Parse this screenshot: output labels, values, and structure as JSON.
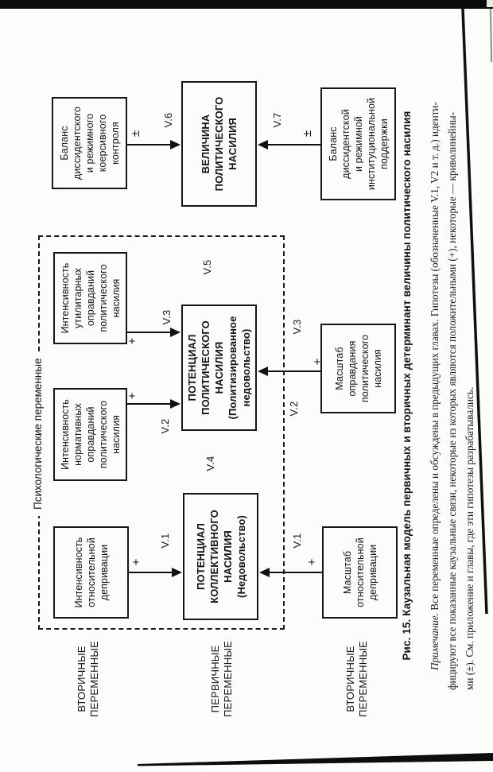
{
  "figure": {
    "caption_label": "Рис. 15.",
    "caption_text": "Каузальная модель первичных и вторичных детерминант величины политического насилия",
    "note_label": "Примечание.",
    "note_line1_rest": " Все переменные определены и обсуждены в предыдущих главах. Гипотезы (обозначенные V.1, V2 и т. д.) иденти-",
    "note_line2": "фицируют все показанные каузальные связи, некоторые из которых являются положительными (+), некоторые — криволинейны-",
    "note_line3": "ми (±). См. приложение и главы, где эти гипотезы разрабатывались."
  },
  "diagram": {
    "frame_label": "Психологические переменные",
    "row_labels": [
      {
        "text": "ВТОРИЧНЫЕ\nПЕРЕМЕННЫЕ"
      },
      {
        "text": "ПЕРВИЧНЫЕ\nПЕРЕМЕННЫЕ"
      },
      {
        "text": "ВТОРИЧНЫЕ\nПЕРЕМЕННЫЕ"
      }
    ],
    "boxes": {
      "relative_deprivation_intensity": {
        "text": "Интенсивность\nотносительной\nдепривации"
      },
      "normative_justifications_intensity": {
        "text": "Интенсивность\nнормативных\nоправданий\nполитического\nнасилия"
      },
      "utilitarian_justifications_intensity": {
        "text": "Интенсивность\nутилитарных\nоправданий\nполитического\nнасилия"
      },
      "collective_violence_potential": {
        "text": "ПОТЕНЦИАЛ\nКОЛЛЕКТИВНОГО\nНАСИЛИЯ\n(Недовольство)"
      },
      "political_violence_potential": {
        "text": "ПОТЕНЦИАЛ\nПОЛИТИЧЕСКОГО\nНАСИЛИЯ\n(Политизированное\nнедовольство)"
      },
      "political_violence_magnitude": {
        "text": "ВЕЛИЧИНА\nПОЛИТИЧЕСКОГО\nНАСИЛИЯ"
      },
      "coercive_control_balance": {
        "text": "Баланс\nдиссидентского\nи режимного\nкоерсивного\nконтроля"
      },
      "institutional_support_balance": {
        "text": "Баланс\nдиссидентской\nи режимной\nинституциональной\nподдержки"
      },
      "relative_deprivation_scale": {
        "text": "Масштаб\nотносительной\nдепривации"
      },
      "justification_scale": {
        "text": "Масштаб\nоправдания\nполитического\nнасилия"
      }
    },
    "hypotheses": {
      "v1_upper": {
        "text": "V.1"
      },
      "v2_upper": {
        "text": "V.2"
      },
      "v3_upper": {
        "text": "V.3"
      },
      "v4": {
        "text": "V.4"
      },
      "v5": {
        "text": "V.5"
      },
      "v6": {
        "text": "V.6"
      },
      "v7": {
        "text": "V.7"
      },
      "v1_lower": {
        "text": "V.1"
      },
      "v2_lower": {
        "text": "V.2"
      },
      "v3_lower": {
        "text": "V.3"
      }
    },
    "signs": {
      "plus_rel_dep": {
        "symbol": "+"
      },
      "plus_norm": {
        "symbol": "+"
      },
      "plus_util": {
        "symbol": "+"
      },
      "plus_dep_scale": {
        "symbol": "+"
      },
      "plus_just_scale": {
        "symbol": "+"
      },
      "plusminus_coercive": {
        "symbol": "±"
      },
      "plusminus_institutional": {
        "symbol": "±"
      }
    },
    "links": [
      {
        "from": "Интенсивность относительной депривации",
        "to": "Потенциал коллективного насилия",
        "hypothesis": "V.1",
        "sign": "+"
      },
      {
        "from": "Интенсивность нормативных оправданий политического насилия",
        "to": "Потенциал политического насилия",
        "hypothesis": "V.2",
        "sign": "+"
      },
      {
        "from": "Интенсивность утилитарных оправданий политического насилия",
        "to": "Потенциал политического насилия",
        "hypothesis": "V.3",
        "sign": "+"
      },
      {
        "from": "Масштаб относительной депривации",
        "to": "Потенциал коллективного насилия",
        "hypothesis": "V.1",
        "sign": "+"
      },
      {
        "from": "Масштаб оправдания политического насилия",
        "to": "Потенциал политического насилия",
        "hypothesis": "V.2, V.3",
        "sign": "+"
      },
      {
        "from": "Баланс диссидентского и режимного коерсивного контроля",
        "to": "Величина политического насилия",
        "hypothesis": "V.6",
        "sign": "±"
      },
      {
        "from": "Баланс диссидентской и режимной институциональной поддержки",
        "to": "Величина политического насилия",
        "hypothesis": "V.7",
        "sign": "±"
      }
    ],
    "colors": {
      "ink": "#141414",
      "paper": "#fcfcfa"
    }
  }
}
